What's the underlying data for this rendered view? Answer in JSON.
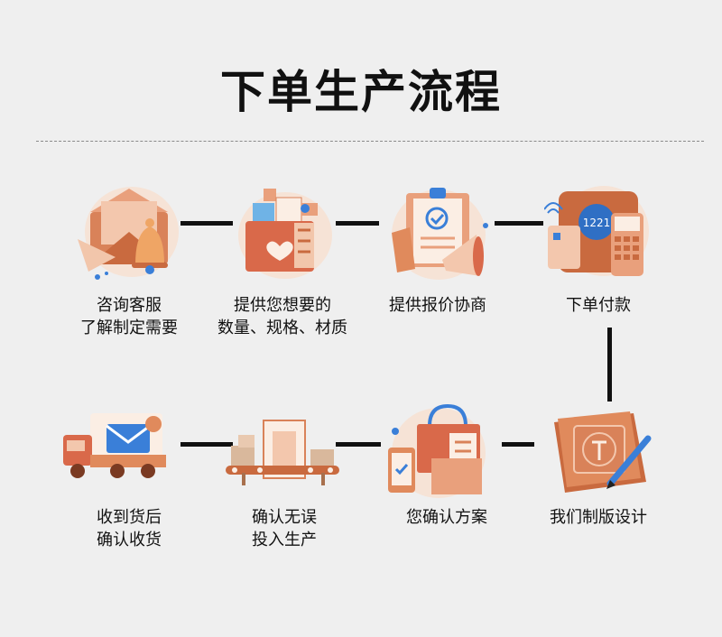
{
  "title": "下单生产流程",
  "steps": [
    {
      "line1": "咨询客服",
      "line2": "了解制定需要",
      "icon": "mail-bell-icon"
    },
    {
      "line1": "提供您想要的",
      "line2": "数量、规格、材质",
      "icon": "folder-heart-icon"
    },
    {
      "line1": "提供报价协商",
      "line2": "",
      "icon": "clipboard-megaphone-icon"
    },
    {
      "line1": "下单付款",
      "line2": "",
      "icon": "card-payment-icon"
    },
    {
      "line1": "我们制版设计",
      "line2": "",
      "icon": "design-pen-icon"
    },
    {
      "line1": "您确认方案",
      "line2": "",
      "icon": "phone-bag-icon"
    },
    {
      "line1": "确认无误",
      "line2": "投入生产",
      "icon": "conveyor-production-icon"
    },
    {
      "line1": "收到货后",
      "line2": "确认收货",
      "icon": "delivery-truck-icon"
    }
  ],
  "colors": {
    "accent": "#e08a5c",
    "accent_dark": "#c96a3f",
    "blue": "#3a7fd8",
    "line": "#111111"
  }
}
